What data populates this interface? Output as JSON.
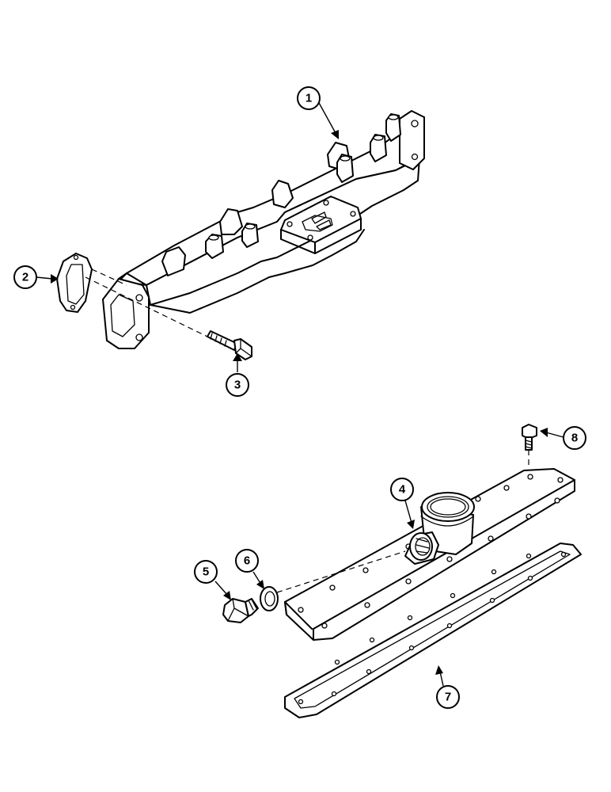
{
  "callouts": [
    {
      "id": "1",
      "label": "1",
      "part": "exhaust-manifold"
    },
    {
      "id": "2",
      "label": "2",
      "part": "manifold-gasket"
    },
    {
      "id": "3",
      "label": "3",
      "part": "manifold-bolt"
    },
    {
      "id": "4",
      "label": "4",
      "part": "cover-plate"
    },
    {
      "id": "5",
      "label": "5",
      "part": "plug"
    },
    {
      "id": "6",
      "label": "6",
      "part": "sealing-washer"
    },
    {
      "id": "7",
      "label": "7",
      "part": "cover-gasket"
    },
    {
      "id": "8",
      "label": "8",
      "part": "cover-bolt"
    }
  ]
}
